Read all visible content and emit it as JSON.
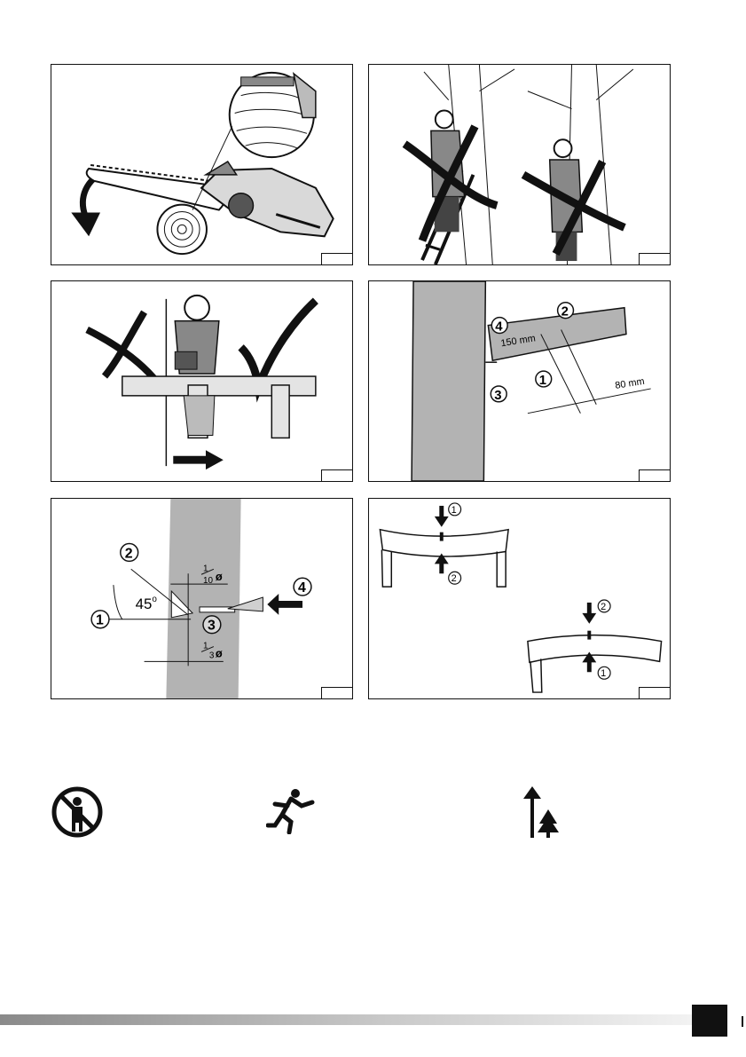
{
  "fig4": {
    "dim_a": "150 mm",
    "dim_b": "80 mm",
    "c1": "1",
    "c2": "2",
    "c3": "3",
    "c4": "4"
  },
  "fig5": {
    "c1": "1",
    "c2": "2",
    "c3": "3",
    "c4": "4",
    "angle": "45",
    "deg": "o",
    "frac_top_num": "1",
    "frac_top_den": "10",
    "frac_bot_num": "1",
    "frac_bot_den": "3",
    "dia": "ø"
  },
  "fig6": {
    "c1": "1",
    "c2": "2"
  },
  "colors": {
    "ink": "#111111",
    "trunk_grey": "#b3b3b3",
    "light_grey": "#d9d9d9"
  },
  "icons": [
    "no-bystanders-icon",
    "running-person-icon",
    "tree-height-icon"
  ]
}
